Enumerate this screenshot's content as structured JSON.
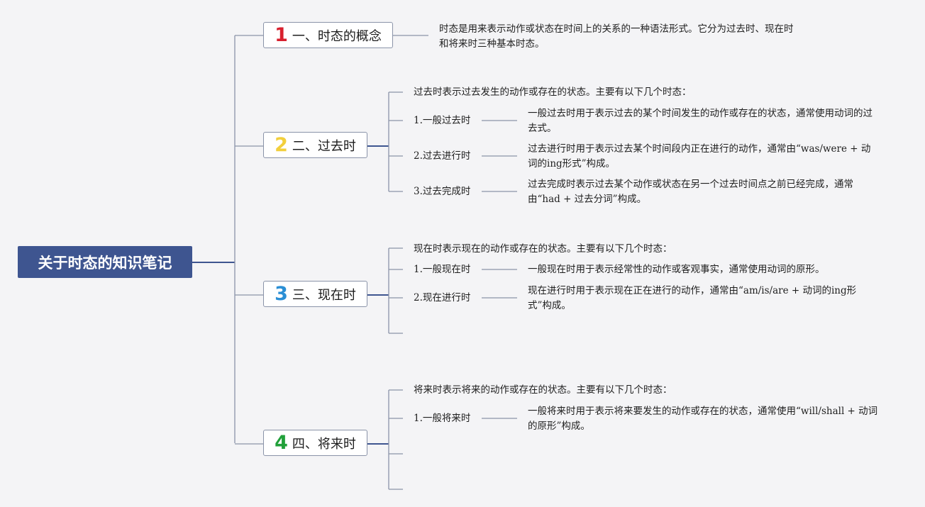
{
  "root": {
    "label": "关于时态的知识笔记"
  },
  "branches": [
    {
      "num": "1",
      "label": "一、时态的概念",
      "color": "#d8202e",
      "intro": "时态是用来表示动作或状态在时间上的关系的一种语法形式。它分为过去时、现在时和将来时三种基本时态。"
    },
    {
      "num": "2",
      "label": "二、过去时",
      "color": "#f2cf3c",
      "intro": "过去时表示过去发生的动作或存在的状态。主要有以下几个时态：",
      "items": [
        {
          "name": "1.一般过去时",
          "desc": "一般过去时用于表示过去的某个时间发生的动作或存在的状态，通常使用动词的过去式。"
        },
        {
          "name": "2.过去进行时",
          "desc": "过去进行时用于表示过去某个时间段内正在进行的动作，通常由“was/were + 动词的ing形式”构成。"
        },
        {
          "name": "3.过去完成时",
          "desc": "过去完成时表示过去某个动作或状态在另一个过去时间点之前已经完成，通常由“had + 过去分词”构成。"
        }
      ]
    },
    {
      "num": "3",
      "label": "三、现在时",
      "color": "#2b8fd5",
      "intro": "现在时表示现在的动作或存在的状态。主要有以下几个时态：",
      "items": [
        {
          "name": "1.一般现在时",
          "desc": "一般现在时用于表示经常性的动作或客观事实，通常使用动词的原形。"
        },
        {
          "name": "2.现在进行时",
          "desc": "现在进行时用于表示现在正在进行的动作，通常由“am/is/are + 动词的ing形式”构成。"
        }
      ]
    },
    {
      "num": "4",
      "label": "四、将来时",
      "color": "#21a03a",
      "intro": "将来时表示将来的动作或存在的状态。主要有以下几个时态：",
      "items": [
        {
          "name": "1.一般将来时",
          "desc": "一般将来时用于表示将来要发生的动作或存在的状态，通常使用“will/shall + 动词的原形”构成。"
        }
      ]
    }
  ]
}
